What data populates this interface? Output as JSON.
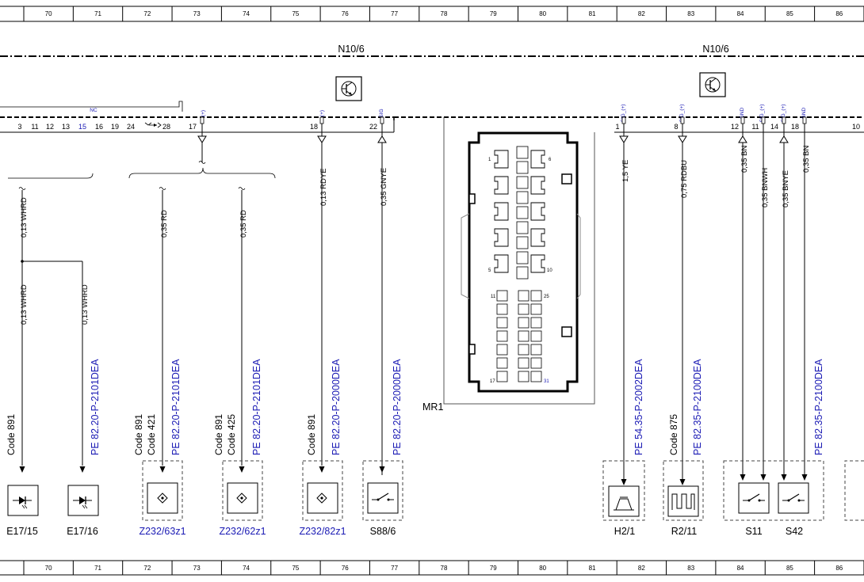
{
  "ruler": {
    "numbers": [
      "70",
      "71",
      "72",
      "73",
      "74",
      "75",
      "76",
      "77",
      "78",
      "79",
      "80",
      "81",
      "82",
      "83",
      "84",
      "85",
      "86"
    ]
  },
  "modules": [
    {
      "name": "N10/6"
    },
    {
      "name": "N10/6"
    }
  ],
  "left_pins": {
    "nc_label": "NC",
    "plus_label": "(+)",
    "numbers": [
      "3",
      "11",
      "12",
      "13",
      "15",
      "16",
      "19",
      "24",
      "28",
      "17"
    ],
    "extra": [
      {
        "pin": "18",
        "sig": "(+)"
      },
      {
        "pin": "22",
        "sig": "SIG"
      }
    ]
  },
  "right_pins": [
    {
      "pin": "1",
      "sig": "SIG_(+)"
    },
    {
      "pin": "8",
      "sig": "SIG_(+)"
    },
    {
      "pin": "12",
      "sig": "GND"
    },
    {
      "pin": "11",
      "sig": "SIG_(+)"
    },
    {
      "pin": "14",
      "sig": "SIG_(+)"
    },
    {
      "pin": "18",
      "sig": "GND"
    },
    {
      "pin": "10",
      "sig": ""
    }
  ],
  "connector": {
    "name": "MR1",
    "pins": [
      "1",
      "6",
      "5",
      "10",
      "11",
      "25",
      "17",
      "31"
    ]
  },
  "wires": [
    "0,13 WHRD",
    "0,13 WHRD",
    "0,13 WHRD",
    "0,35 RD",
    "0,35 RD",
    "0,13 RDYE",
    "0,35 GNYE",
    "1,5 YE",
    "0,75 RDBU",
    "0,35 BN",
    "0,35 BNWH",
    "0,35 BNYE",
    "0,35 BN"
  ],
  "codes": [
    {
      "lines": [
        "Code 891"
      ]
    },
    {
      "lines": [
        "Code 891",
        "Code 421"
      ]
    },
    {
      "lines": [
        "Code 891",
        "Code 425"
      ]
    },
    {
      "lines": [
        "Code 891"
      ]
    },
    {
      "lines": [
        "Code 875"
      ]
    }
  ],
  "references": [
    "PE 82.20-P-2101DEA",
    "PE 82.20-P-2101DEA",
    "PE 82.20-P-2101DEA",
    "PE 82.20-P-2000DEA",
    "PE 82.20-P-2000DEA",
    "PE 54.35-P-2002DEA",
    "PE 82.35-P-2100DEA",
    "PE 82.35-P-2100DEA"
  ],
  "components": [
    {
      "label": "E17/15",
      "blue": false
    },
    {
      "label": "E17/16",
      "blue": false
    },
    {
      "label": "Z232/63z1",
      "blue": true
    },
    {
      "label": "Z232/62z1",
      "blue": true
    },
    {
      "label": "Z232/82z1",
      "blue": true
    },
    {
      "label": "S88/6",
      "blue": false
    },
    {
      "label": "H2/1",
      "blue": false
    },
    {
      "label": "R2/11",
      "blue": false
    },
    {
      "label": "S11",
      "blue": false
    },
    {
      "label": "S42",
      "blue": false
    }
  ]
}
